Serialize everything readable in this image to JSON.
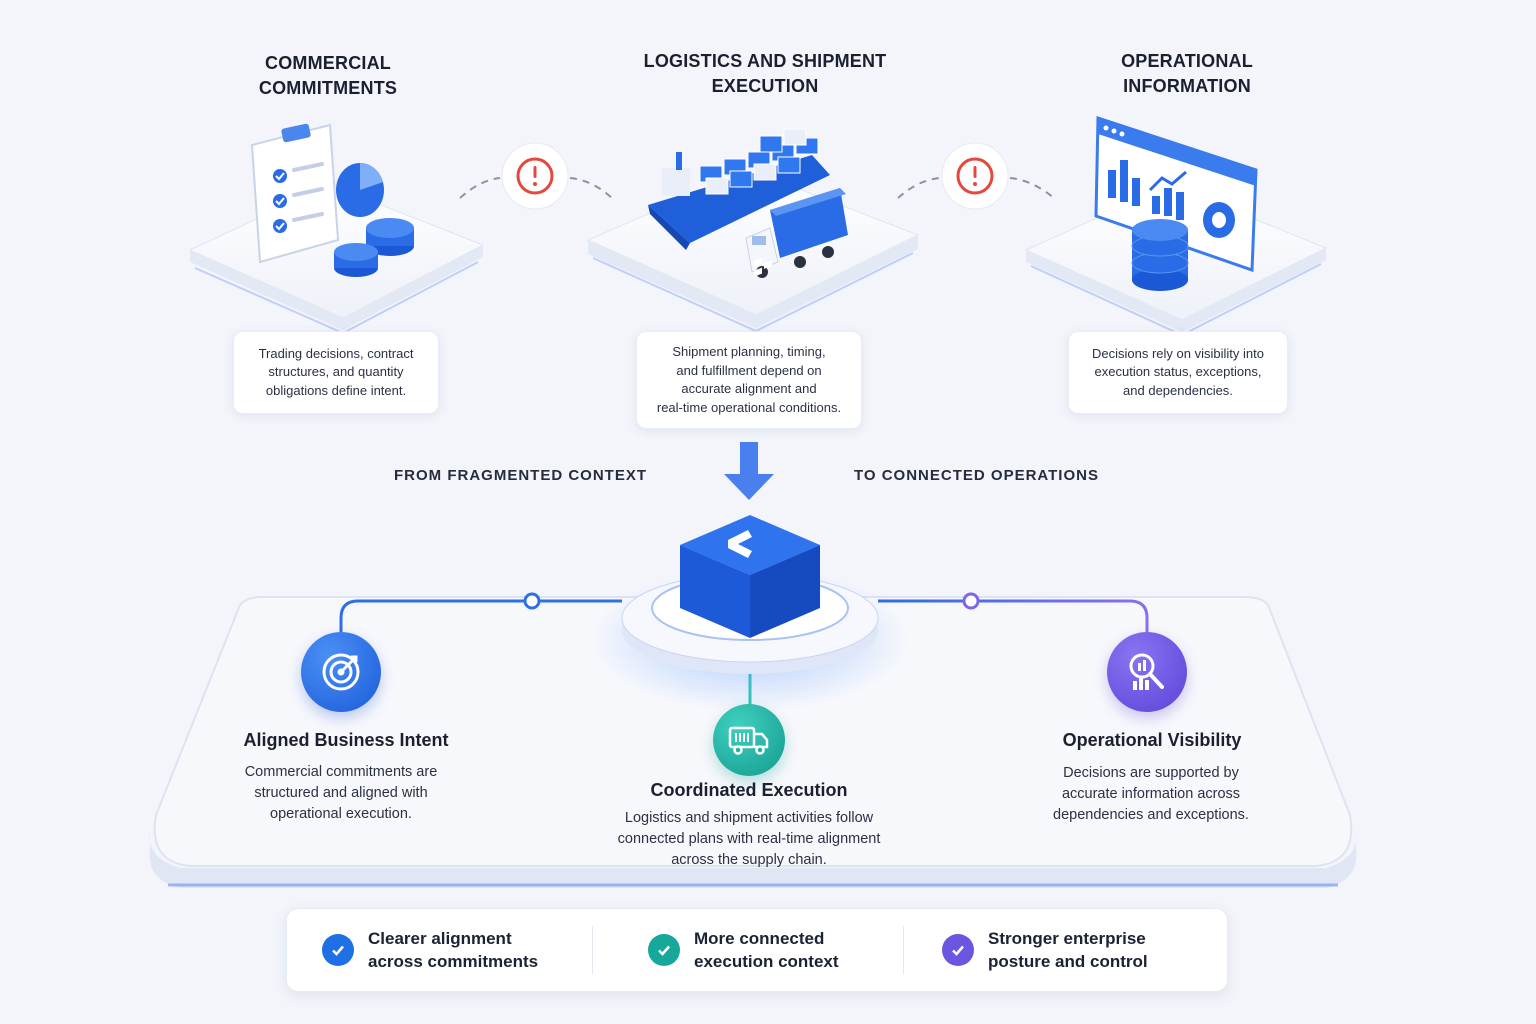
{
  "columns": [
    {
      "title_line1": "COMMERCIAL",
      "title_line2": "COMMITMENTS",
      "desc_lines": [
        "Trading decisions, contract",
        "structures, and quantity",
        "obligations define intent."
      ]
    },
    {
      "title_line1": "LOGISTICS AND SHIPMENT",
      "title_line2": "EXECUTION",
      "desc_lines": [
        "Shipment planning, timing,",
        "and fulfillment depend on",
        "accurate alignment and",
        "real-time operational conditions."
      ]
    },
    {
      "title_line1": "OPERATIONAL",
      "title_line2": "INFORMATION",
      "desc_lines": [
        "Decisions rely on visibility into",
        "execution status, exceptions,",
        "and dependencies."
      ]
    }
  ],
  "labels": {
    "from": "FROM FRAGMENTED CONTEXT",
    "to": "TO CONNECTED OPERATIONS"
  },
  "features": [
    {
      "title": "Aligned Business Intent",
      "desc_lines": [
        "Commercial commitments are",
        "structured and aligned with",
        "operational execution."
      ],
      "icon": "target-icon"
    },
    {
      "title": "Coordinated Execution",
      "desc_lines": [
        "Logistics and shipment activities follow",
        "connected plans with real-time alignment",
        "across the supply chain."
      ],
      "icon": "truck-icon"
    },
    {
      "title": "Operational Visibility",
      "desc_lines": [
        "Decisions are supported by",
        "accurate information across",
        "dependencies and exceptions."
      ],
      "icon": "analytics-search-icon"
    }
  ],
  "benefits": [
    {
      "line1": "Clearer alignment",
      "line2": "across commitments",
      "color": "#1f6fe5"
    },
    {
      "line1": "More connected",
      "line2": "execution context",
      "color": "#16a89a"
    },
    {
      "line1": "Stronger enterprise",
      "line2": "posture and control",
      "color": "#6a56e0"
    }
  ],
  "colors": {
    "primary_blue": "#2f6fe6",
    "teal": "#1fb3a5",
    "purple": "#6a56e0",
    "alert_red": "#e5483d"
  }
}
